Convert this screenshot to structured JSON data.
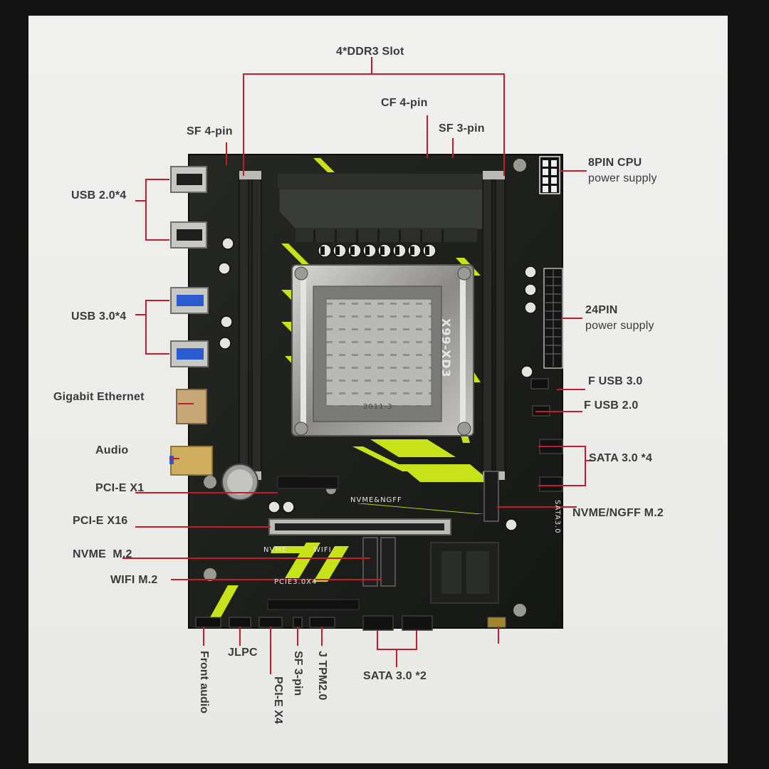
{
  "callouts": {
    "ddr3_slot": "4*DDR3 Slot",
    "cf_4pin": "CF 4-pin",
    "sf_4pin": "SF 4-pin",
    "sf_3pin_top": "SF 3-pin",
    "cpu_8pin_line1": "8PIN CPU",
    "cpu_8pin_line2": "power supply",
    "usb20": "USB 2.0*4",
    "usb30": "USB 3.0*4",
    "atx_24pin_line1": "24PIN",
    "atx_24pin_line2": "power supply",
    "f_usb30": "F USB 3.0",
    "f_usb20": "F USB 2.0",
    "gigabit_ethernet": "Gigabit Ethernet",
    "audio": "Audio",
    "sata30_x4": "SATA 3.0 *4",
    "pcie_x1": "PCI-E X1",
    "nvme_ngff": "NVME/NGFF M.2",
    "pcie_x16": "PCI-E X16",
    "nvme_m2": "NVME  M.2",
    "wifi_m2": "WIFI M.2",
    "front_audio": "Front audio",
    "jlpc": "JLPC",
    "pcie_x4": "PCI-E X4",
    "sf_3pin_bottom": "SF 3-pin",
    "j_tpm": "J TPM2.0",
    "sata30_x2": "SATA 3.0 *2"
  },
  "board_labels": {
    "model": "X99-XD3",
    "nvme_ngff": "NVME&NGFF",
    "nvme": "NVME",
    "wifi": "WIFI",
    "pcie3": "PCIE3.0X4",
    "sata3": "SATA3.0",
    "socket": "2011-3"
  },
  "colors": {
    "board": "#1c1e1a",
    "accent": "#c8e21a",
    "leader_line": "#c8192c",
    "label": "#3a3a3a"
  }
}
